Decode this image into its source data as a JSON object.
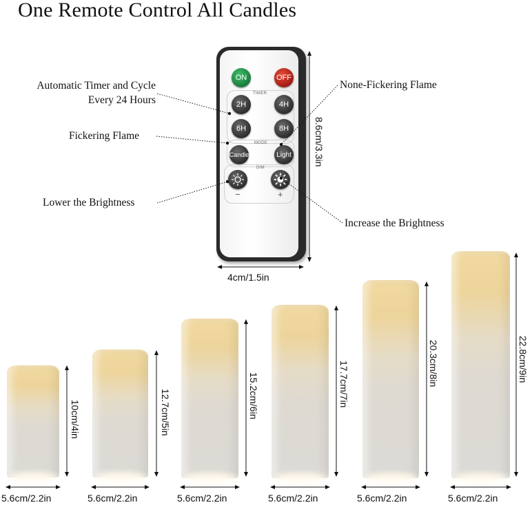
{
  "title": "One Remote Control All Candles",
  "callouts": {
    "timer_line1": "Automatic Timer and Cycle",
    "timer_line2": "Every 24 Hours",
    "flickering": "Fickering Flame",
    "lower": "Lower the Brightness",
    "none_flickering": "None-Fickering Flame",
    "increase": "Increase the Brightness"
  },
  "remote": {
    "on": "ON",
    "off": "OFF",
    "timer_tag": "TIMER",
    "mode_tag": "MODE",
    "dim_tag": "DIM",
    "timer_buttons": [
      "2H",
      "4H",
      "6H",
      "8H"
    ],
    "mode_buttons": [
      "Candle",
      "Light"
    ],
    "minus": "−",
    "plus": "+",
    "height_label": "8.6cm/3.3in",
    "width_label": "4cm/1.5in"
  },
  "candles": [
    {
      "height_label": "10cm/4in",
      "width_label": "5.6cm/2.2in"
    },
    {
      "height_label": "12.7cm/5in",
      "width_label": "5.6cm/2.2in"
    },
    {
      "height_label": "15.2cm/6in",
      "width_label": "5.6cm/2.2in"
    },
    {
      "height_label": "17.7cm/7in",
      "width_label": "5.6cm/2.2in"
    },
    {
      "height_label": "20.3cm/8in",
      "width_label": "5.6cm/2.2in"
    },
    {
      "height_label": "22.8cm/9in",
      "width_label": "5.6cm/2.2in"
    }
  ]
}
